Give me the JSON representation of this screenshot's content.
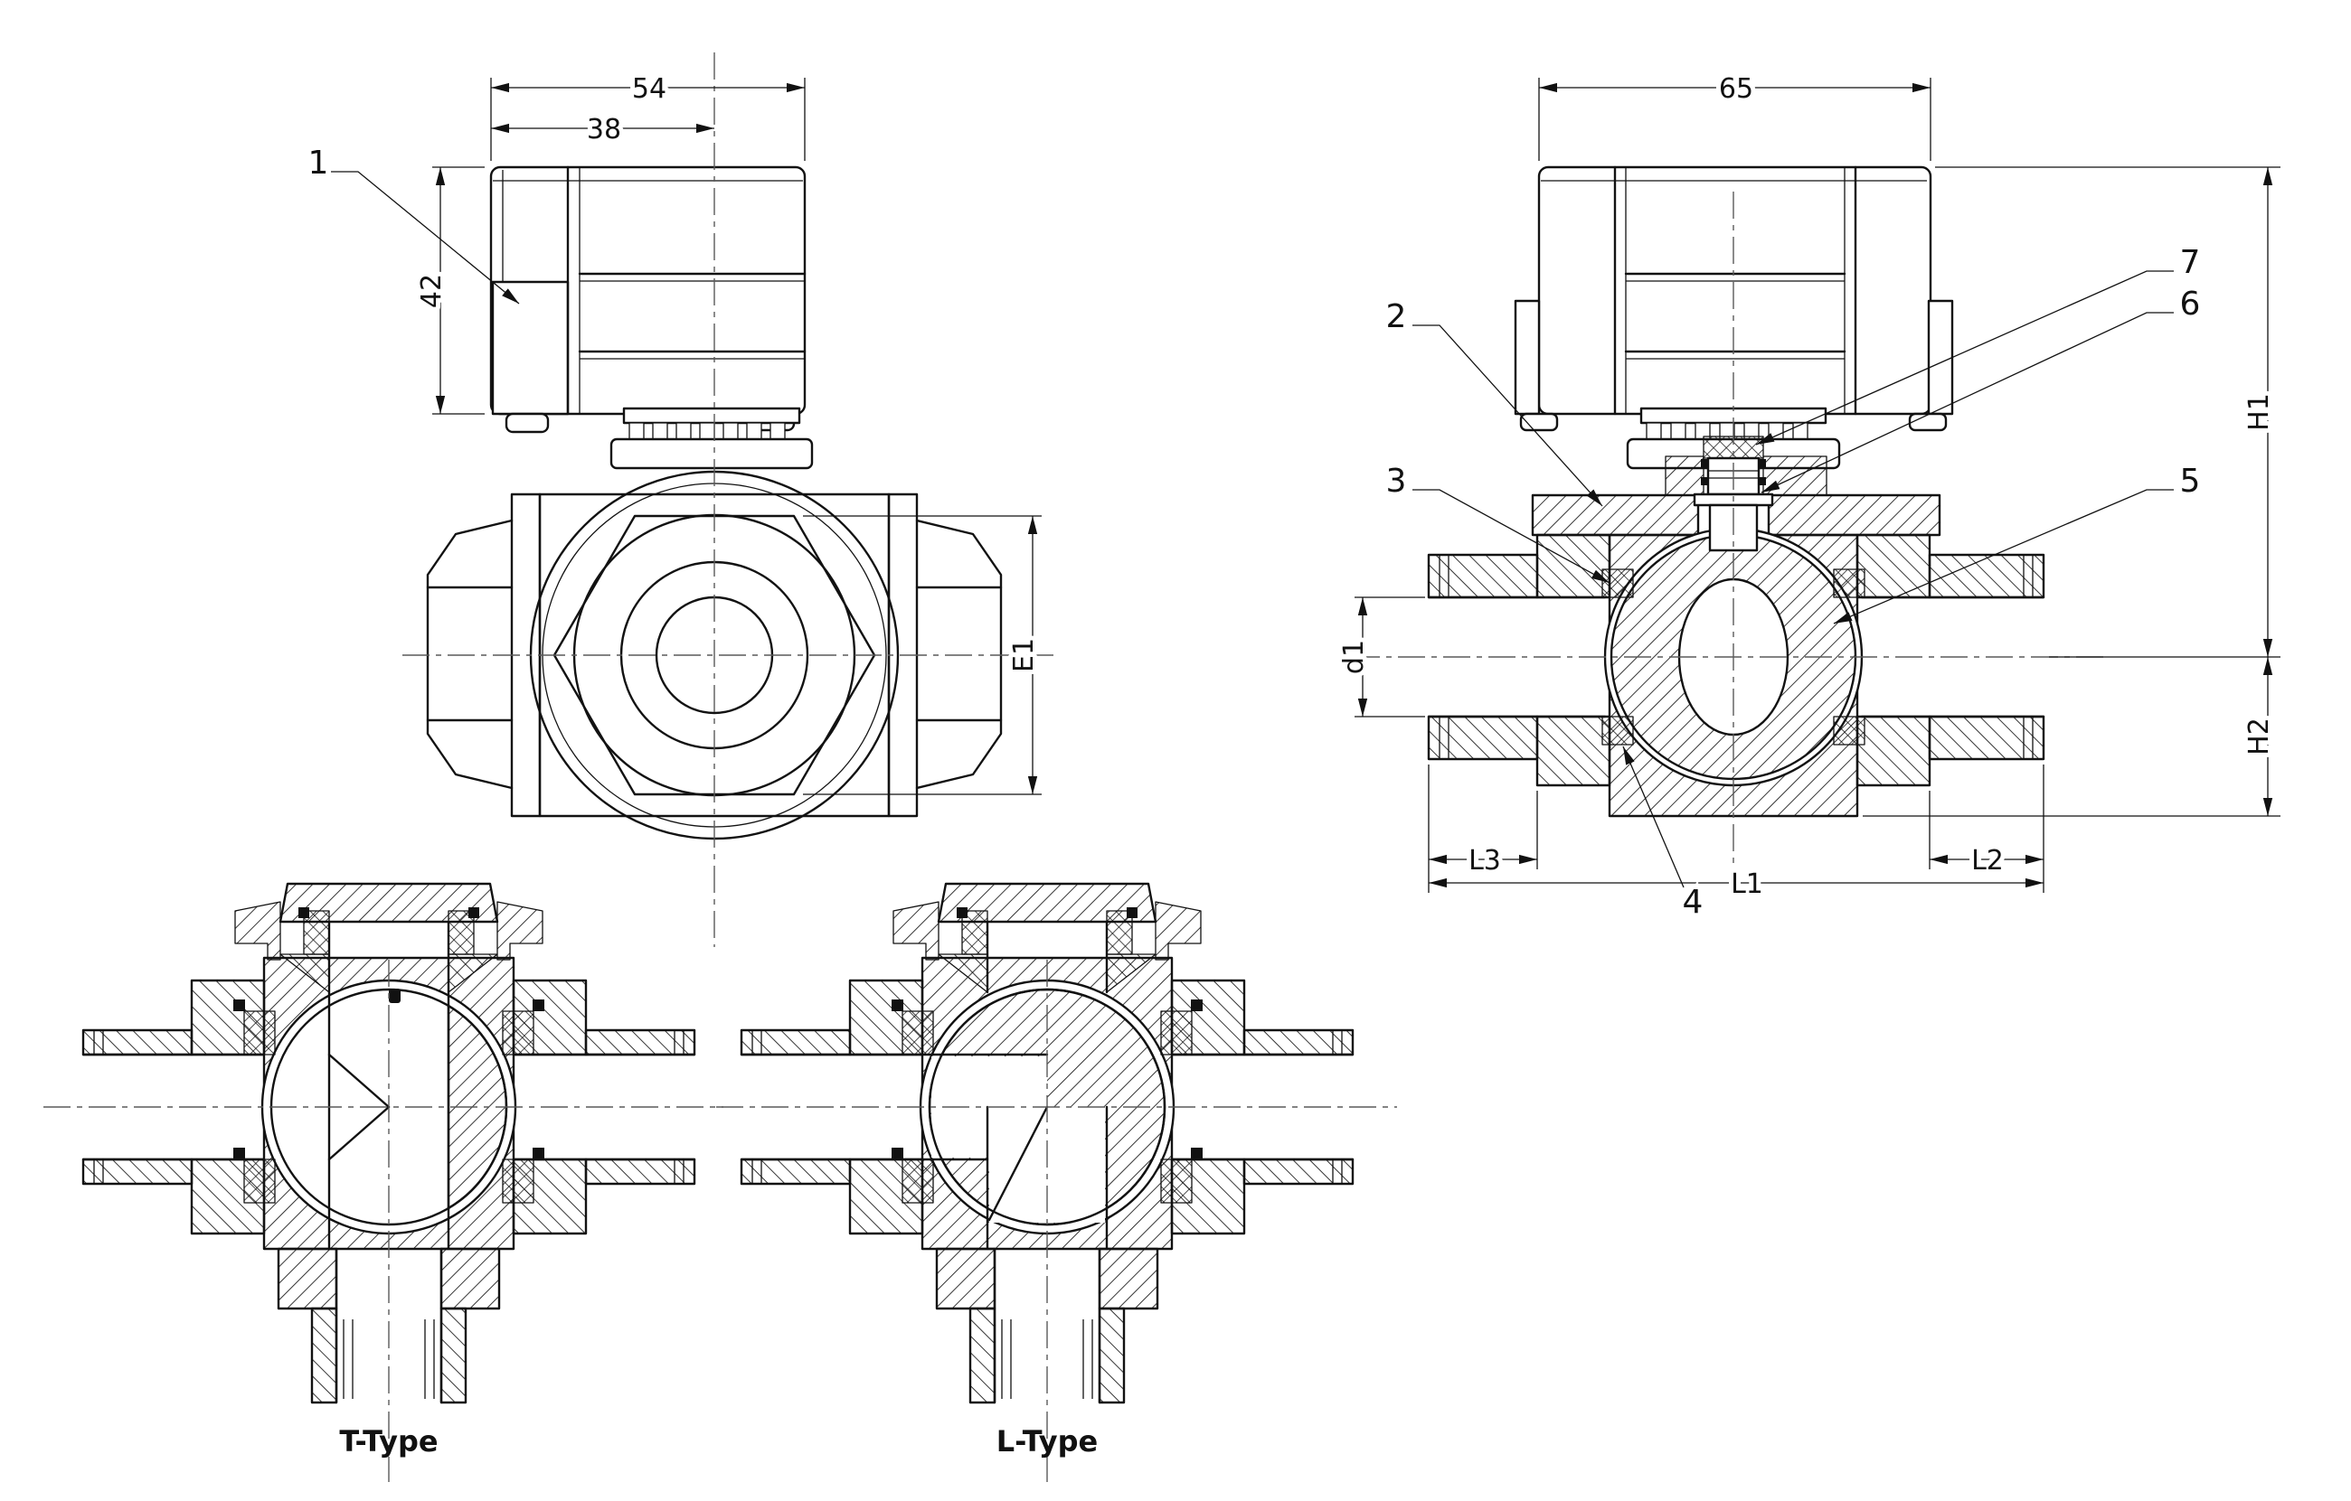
{
  "drawing": {
    "dimensions": {
      "actuator_width": "54",
      "actuator_width_to_axis": "38",
      "actuator_height": "42",
      "body_across_flats": "E1",
      "actuator_depth": "65",
      "port_diameter": "d1",
      "height_above_axis": "H1",
      "height_below_axis": "H2",
      "overall_length": "L1",
      "right_port_length": "L2",
      "left_port_length": "L3"
    },
    "callouts": {
      "c1": "1",
      "c2": "2",
      "c3": "3",
      "c4": "4",
      "c5": "5",
      "c6": "6",
      "c7": "7"
    },
    "variants": {
      "t_type": "T-Type",
      "l_type": "L-Type"
    }
  }
}
